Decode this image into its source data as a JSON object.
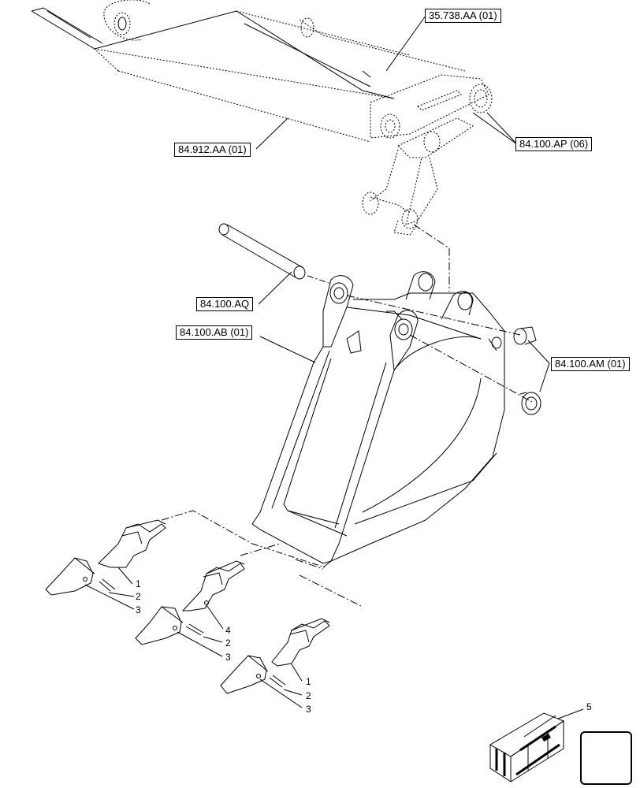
{
  "refs": {
    "r1": "35.738.AA (01)",
    "r2": "84.100.AP (06)",
    "r3": "84.912.AA (01)",
    "r4": "84.100.AQ",
    "r5": "84.100.AB (01)",
    "r6": "84.100.AM (01)"
  },
  "items": {
    "a1": "1",
    "a2": "2",
    "a3": "3",
    "b4": "4",
    "b2": "2",
    "b3": "3",
    "c1": "1",
    "c2": "2",
    "c3": "3",
    "kit": "5"
  },
  "icons": {
    "kit": "packing-crate-icon",
    "navigation": "arrow-navigation-icon"
  },
  "colors": {
    "line": "#000000",
    "background": "#ffffff"
  }
}
